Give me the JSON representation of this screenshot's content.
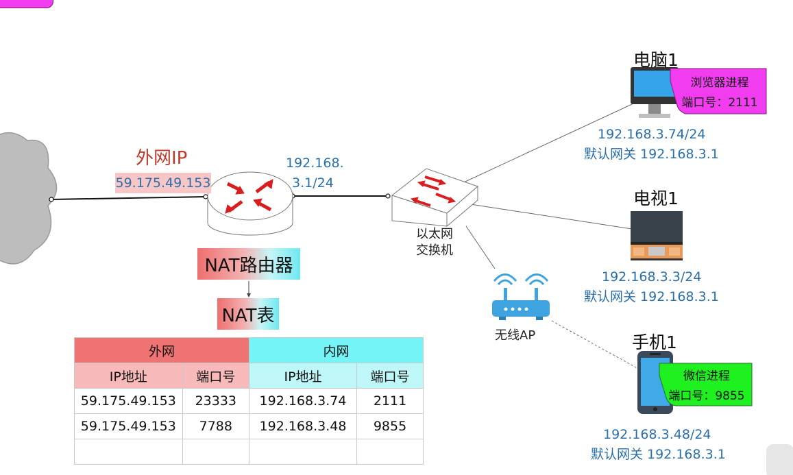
{
  "wan_ip_title": "外网IP",
  "wan_ip": "59.175.49.153",
  "router_lan_ip_line1": "192.168.",
  "router_lan_ip_line2": "3.1/24",
  "switch_label_line1": "以太网",
  "switch_label_line2": "交换机",
  "nat_router_label": "NAT路由器",
  "nat_table_label": "NAT表",
  "wireless_ap_label": "无线AP",
  "devices": {
    "pc": {
      "title": "电脑1",
      "ip": "192.168.3.74/24",
      "gateway": "默认网关 192.168.3.1",
      "process": "浏览器进程",
      "port": "端口号：2111",
      "bubble_color": "#f23cf0"
    },
    "tv": {
      "title": "电视1",
      "ip": "192.168.3.3/24",
      "gateway": "默认网关 192.168.3.1"
    },
    "phone": {
      "title": "手机1",
      "ip": "192.168.3.48/24",
      "gateway": "默认网关 192.168.3.1",
      "process": "微信进程",
      "port": "端口号：9855",
      "bubble_color": "#1ff01f"
    }
  },
  "nat_table": {
    "group_wan": "外网",
    "group_lan": "内网",
    "columns": [
      "IP地址",
      "端口号",
      "IP地址",
      "端口号"
    ],
    "rows": [
      [
        "59.175.49.153",
        "23333",
        "192.168.3.74",
        "2111"
      ],
      [
        "59.175.49.153",
        "7788",
        "192.168.3.48",
        "9855"
      ],
      [
        "",
        "",
        "",
        ""
      ]
    ]
  },
  "colors": {
    "wan_header": "#f07373",
    "lan_header": "#74f4f7",
    "router_arrows": "#d81e1e",
    "cloud": "#bdbdbd"
  }
}
